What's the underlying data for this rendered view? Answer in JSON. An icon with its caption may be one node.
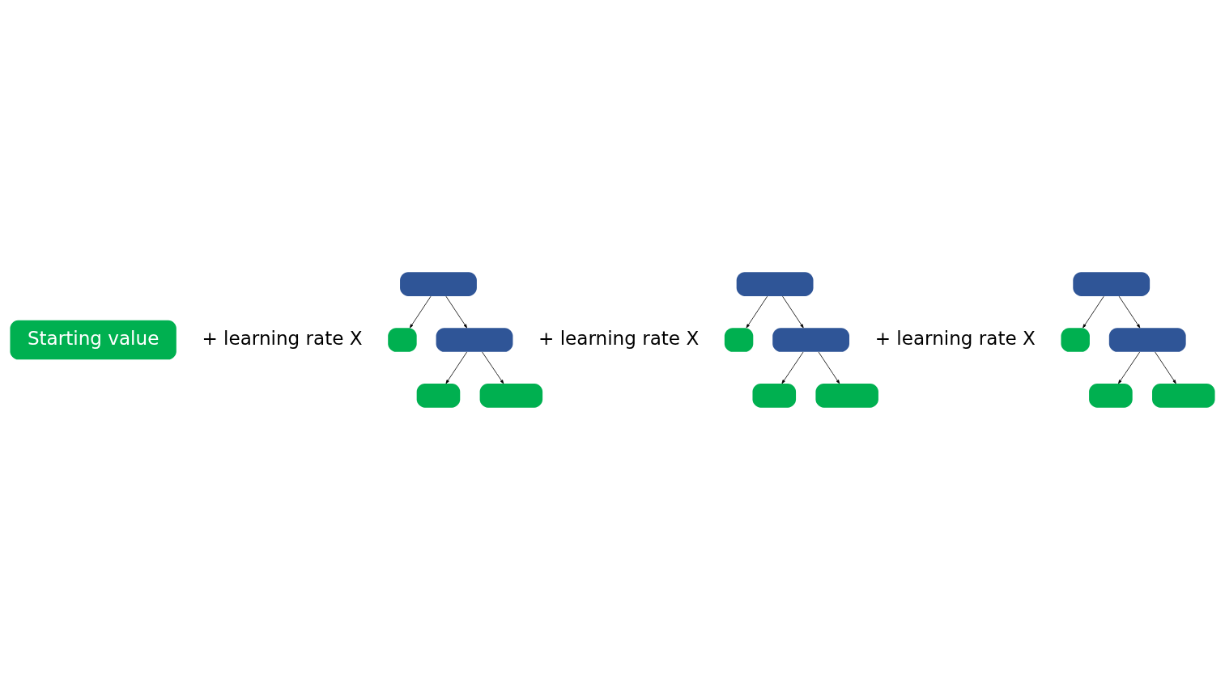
{
  "diagram": {
    "nodes": [
      {
        "text": [
          "Starting value"
        ]
      },
      {
        "text": [],
        "shape": "box"
      },
      {
        "text": [],
        "shape": "box"
      },
      {
        "text": [],
        "shape": "box"
      },
      {
        "text": [],
        "shape": "box"
      },
      {
        "text": [],
        "shape": "box"
      },
      {
        "text": [],
        "shape": "box"
      },
      {
        "text": [],
        "shape": "box"
      },
      {
        "text": [],
        "shape": "box"
      },
      {
        "text": [],
        "shape": "box"
      },
      {
        "text": [],
        "shape": "box"
      },
      {
        "text": [],
        "shape": "box"
      },
      {
        "text": [],
        "shape": "box"
      },
      {
        "text": [],
        "shape": "box"
      },
      {
        "text": [],
        "shape": "box"
      },
      {
        "text": [],
        "shape": "box"
      }
    ],
    "edges": [
      {
        "from": 1,
        "to": 2,
        "arrow": "to"
      },
      {
        "from": 1,
        "to": 3,
        "arrow": "to"
      },
      {
        "from": 3,
        "to": 4,
        "arrow": "to"
      },
      {
        "from": 3,
        "to": 5,
        "arrow": "to"
      },
      {
        "from": 6,
        "to": 7,
        "arrow": "to"
      },
      {
        "from": 6,
        "to": 8,
        "arrow": "to"
      },
      {
        "from": 8,
        "to": 9,
        "arrow": "to"
      },
      {
        "from": 8,
        "to": 10,
        "arrow": "to"
      },
      {
        "from": 11,
        "to": 12,
        "arrow": "to"
      },
      {
        "from": 11,
        "to": 13,
        "arrow": "to"
      },
      {
        "from": 13,
        "to": 14,
        "arrow": "to"
      },
      {
        "from": 13,
        "to": 15,
        "arrow": "to"
      }
    ],
    "labels": [
      "+ learning rate X",
      "+ learning rate X",
      "+ learning rate X"
    ]
  }
}
